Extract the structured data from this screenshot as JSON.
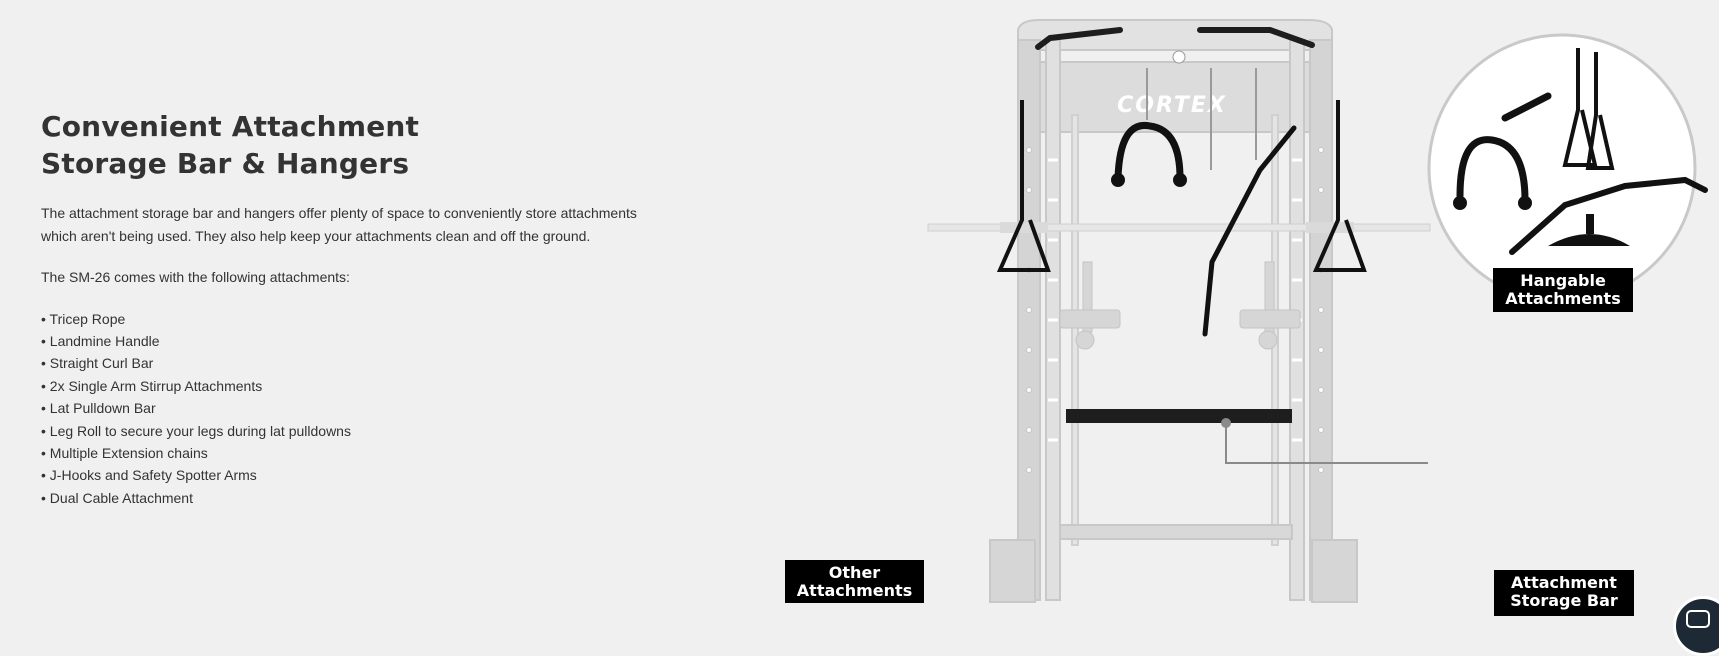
{
  "heading": {
    "line1": "Convenient Attachment",
    "line2": "Storage Bar & Hangers"
  },
  "description": "The attachment storage bar and hangers offer plenty of space to conveniently store attachments which aren't being used. They also help keep your attachments clean and off the ground.",
  "intro": "The SM-26 comes with the following attachments:",
  "attachments": [
    "• Tricep Rope",
    "• Landmine Handle",
    "• Straight Curl Bar",
    "• 2x Single Arm Stirrup Attachments",
    "• Lat Pulldown Bar",
    "• Leg Roll to secure your legs during lat pulldowns",
    "• Multiple Extension chains",
    "• J-Hooks and Safety Spotter Arms",
    "• Dual Cable Attachment"
  ],
  "figure": {
    "brand": "CORTEX",
    "labels": {
      "hangable": [
        "Hangable",
        "Attachments"
      ],
      "other": [
        "Other",
        "Attachments"
      ],
      "storage": [
        "Attachment",
        "Storage Bar"
      ]
    }
  },
  "colors": {
    "background": "#f0f0f0",
    "text": "#333333",
    "label_bg": "#000000",
    "chat_button": "#1d2a35"
  },
  "icons": {
    "chat": "chat-bubble-icon"
  }
}
